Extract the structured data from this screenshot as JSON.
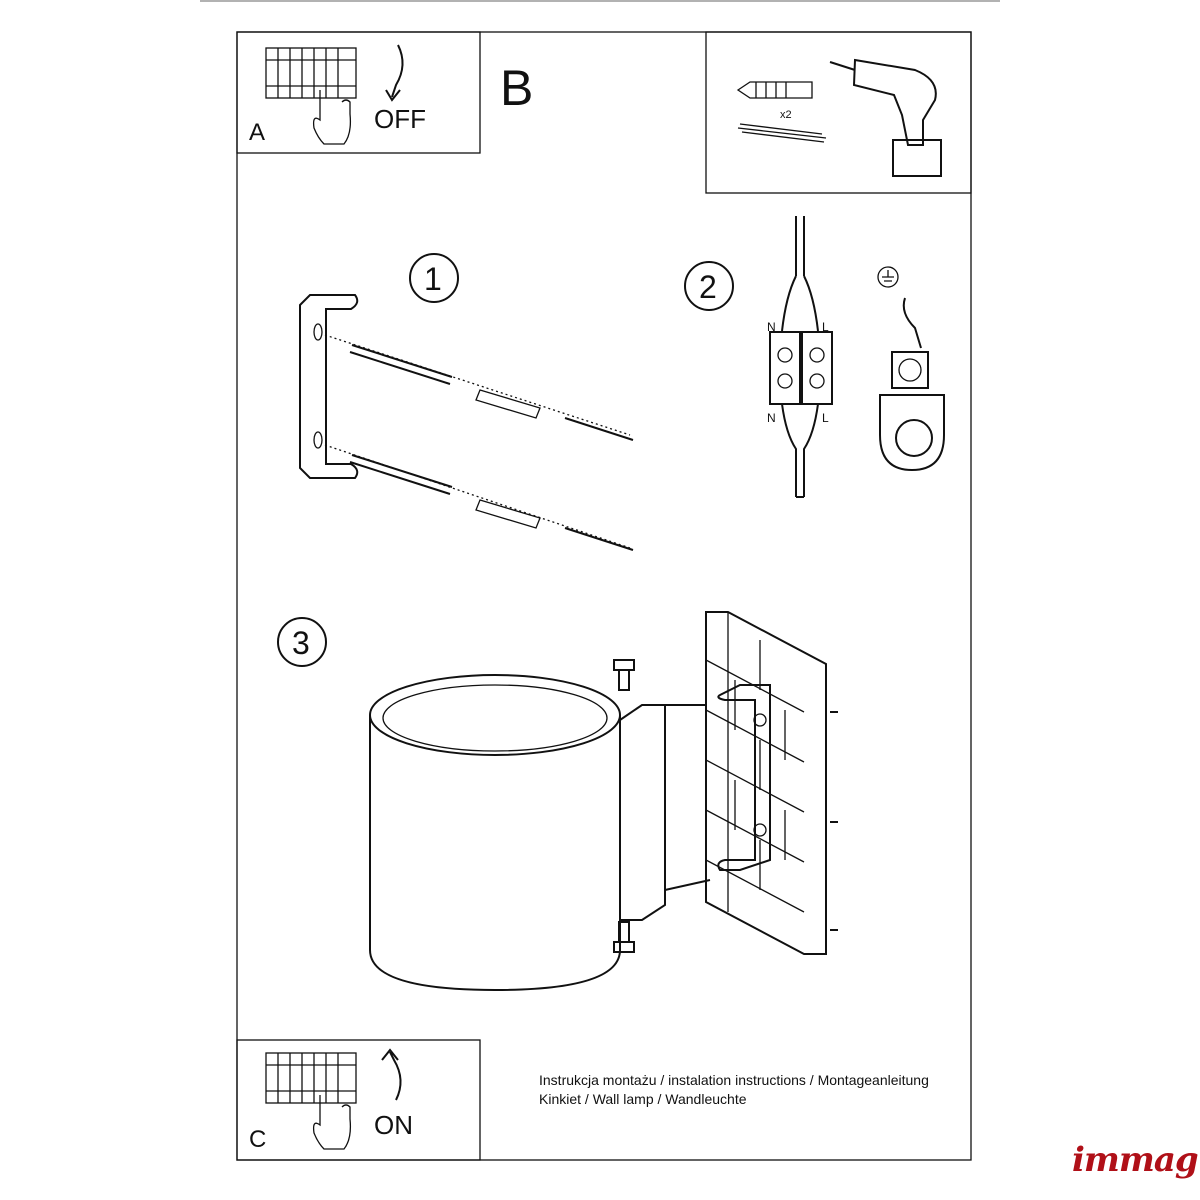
{
  "panels": {
    "a": {
      "letter": "A",
      "action": "OFF"
    },
    "b": {
      "letter": "B",
      "quantity": "x2"
    },
    "c": {
      "letter": "C",
      "action": "ON"
    }
  },
  "steps": [
    {
      "number": "1"
    },
    {
      "number": "2",
      "wire_labels": [
        "N",
        "L",
        "N",
        "L"
      ]
    },
    {
      "number": "3"
    }
  ],
  "caption": {
    "line1": "Instrukcja montażu / instalation instructions / Montageanleitung",
    "line2": "Kinkiet / Wall lamp / Wandleuchte"
  },
  "brand": {
    "logo": "immag",
    "color": "#b01018"
  }
}
